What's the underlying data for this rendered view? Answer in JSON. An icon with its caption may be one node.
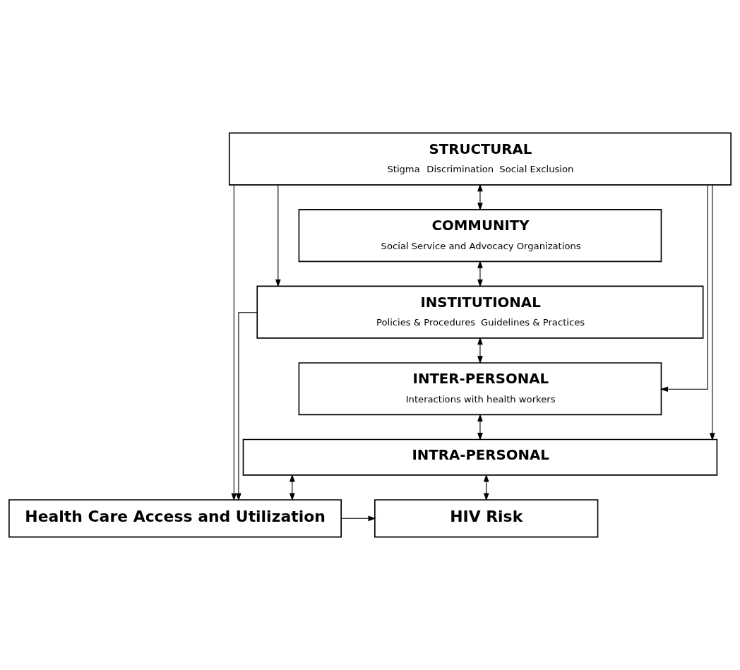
{
  "diagram": {
    "nodes": [
      {
        "text": [
          "STRUCTURAL",
          "Stigma",
          "Discrimination",
          "Social Exclusion"
        ]
      },
      {
        "text": [
          "COMMUNITY",
          "Social Service and Advocacy Organizations"
        ]
      },
      {
        "text": [
          "INSTITUTIONAL",
          "Policies & Procedures",
          "Guidelines & Practices"
        ]
      },
      {
        "text": [
          "INTER-PERSONAL",
          "Interactions with health workers"
        ]
      },
      {
        "text": [
          "INTRA-PERSONAL"
        ]
      },
      {
        "text": [
          "Health Care Access and Utilization"
        ]
      },
      {
        "text": [
          "HIV Risk"
        ]
      }
    ],
    "edges": [
      {
        "from": 0,
        "to": 1,
        "arrow": "both"
      },
      {
        "from": 1,
        "to": 2,
        "arrow": "both"
      },
      {
        "from": 2,
        "to": 3,
        "arrow": "both"
      },
      {
        "from": 3,
        "to": 4,
        "arrow": "both"
      },
      {
        "from": 4,
        "to": 5,
        "arrow": "both"
      },
      {
        "from": 4,
        "to": 6,
        "arrow": "both"
      },
      {
        "from": 5,
        "to": 6,
        "arrow": "to"
      },
      {
        "from": 0,
        "to": 2,
        "arrow": "to"
      },
      {
        "from": 0,
        "to": 3,
        "arrow": "to"
      },
      {
        "from": 0,
        "to": 4,
        "arrow": "to"
      },
      {
        "from": 0,
        "to": 5,
        "arrow": "to"
      },
      {
        "from": 2,
        "to": 5,
        "arrow": "to"
      }
    ]
  }
}
